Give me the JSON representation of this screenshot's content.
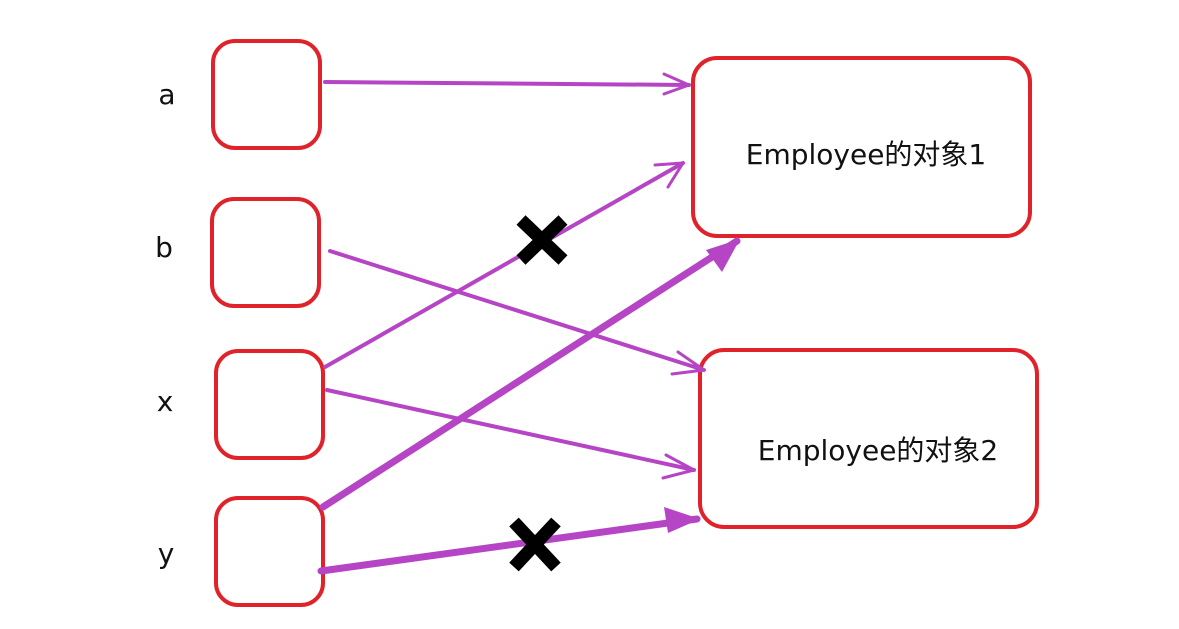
{
  "colors": {
    "box_stroke": "#e0232b",
    "arrow": "#b545c4",
    "cross": "#000000",
    "text": "#111111"
  },
  "variables": [
    {
      "id": "a",
      "label": "a"
    },
    {
      "id": "b",
      "label": "b"
    },
    {
      "id": "x",
      "label": "x"
    },
    {
      "id": "y",
      "label": "y"
    }
  ],
  "objects": [
    {
      "id": "obj1",
      "label": "Employee的对象1"
    },
    {
      "id": "obj2",
      "label": "Employee的对象2"
    }
  ],
  "edges": [
    {
      "from": "a",
      "to": "obj1",
      "style": "thin",
      "crossed": false
    },
    {
      "from": "b",
      "to": "obj2",
      "style": "thin",
      "crossed": false
    },
    {
      "from": "x",
      "to": "obj1",
      "style": "thin",
      "crossed": true
    },
    {
      "from": "x",
      "to": "obj2",
      "style": "thin",
      "crossed": false
    },
    {
      "from": "y",
      "to": "obj1",
      "style": "thick",
      "crossed": false
    },
    {
      "from": "y",
      "to": "obj2",
      "style": "thick",
      "crossed": true
    }
  ]
}
